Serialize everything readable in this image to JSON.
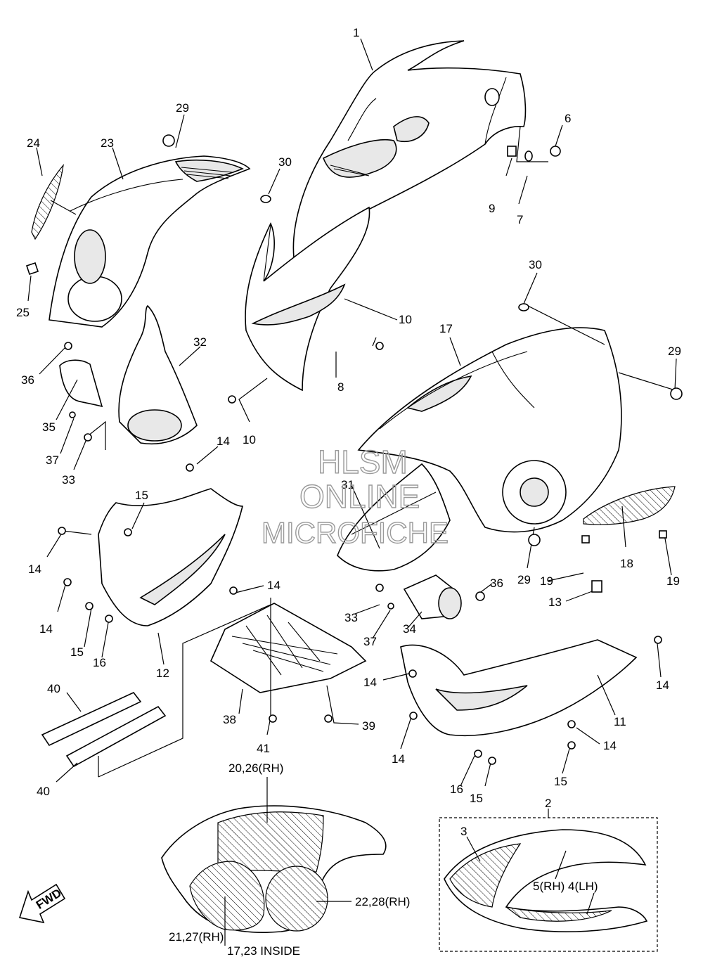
{
  "watermark": {
    "line1": "HLSM",
    "line2": "ONLINE",
    "line3": "MICROFICHE"
  },
  "labels": {
    "p1": "1",
    "p2": "2",
    "p3": "3",
    "p4": "4(LH)",
    "p5": "5(RH)",
    "p6": "6",
    "p7": "7",
    "p8": "8",
    "p9": "9",
    "p10a": "10",
    "p10b": "10",
    "p11": "11",
    "p12": "12",
    "p13": "13",
    "p14a": "14",
    "p14b": "14",
    "p14c": "14",
    "p14d": "14",
    "p14e": "14",
    "p14f": "14",
    "p14g": "14",
    "p14h": "14",
    "p15a": "15",
    "p15b": "15",
    "p15c": "15",
    "p15d": "15",
    "p16a": "16",
    "p16b": "16",
    "p17": "17",
    "p18": "18",
    "p19a": "19",
    "p19b": "19",
    "p20": "20,26(RH)",
    "p21": "21,27(RH)",
    "p22": "22,28(RH)",
    "p23": "23",
    "p24": "24",
    "p25": "25",
    "p29a": "29",
    "p29b": "29",
    "p29c": "29",
    "p30a": "30",
    "p30b": "30",
    "p31": "31",
    "p32": "32",
    "p33a": "33",
    "p33b": "33",
    "p34": "34",
    "p35": "35",
    "p36a": "36",
    "p36b": "36",
    "p37a": "37",
    "p37b": "37",
    "p38": "38",
    "p39": "39",
    "p40a": "40",
    "p40b": "40",
    "p41": "41"
  },
  "note": "17,23 INSIDE",
  "fwd": "FWD"
}
